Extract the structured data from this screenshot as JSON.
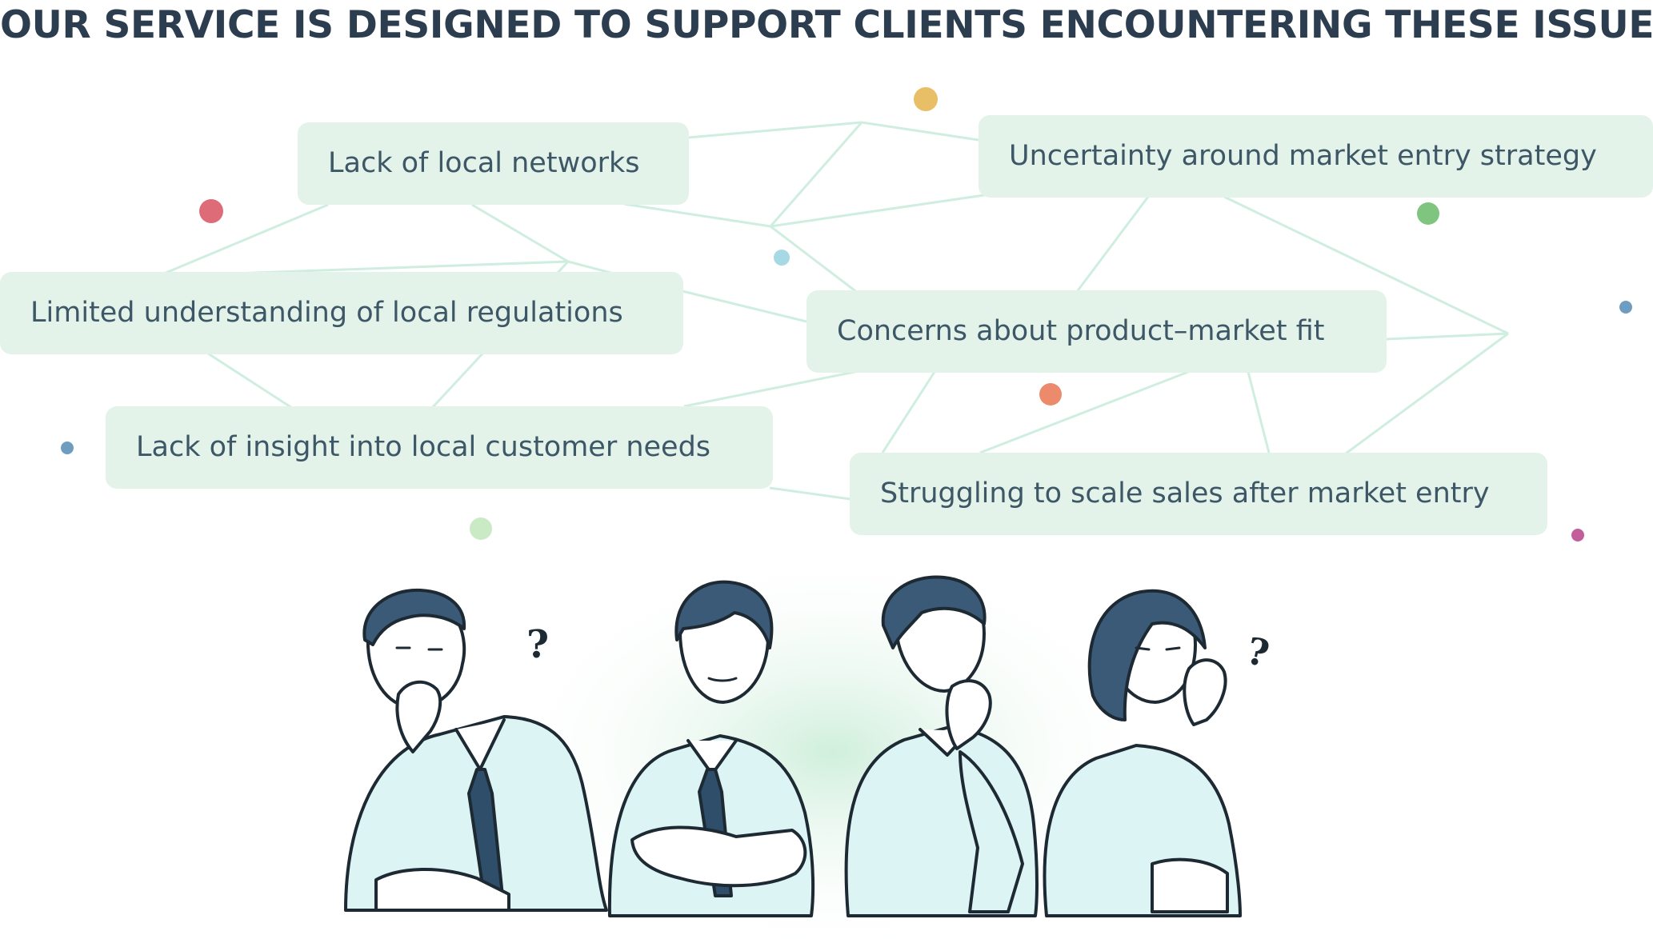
{
  "title": "OUR SERVICE IS DESIGNED TO SUPPORT CLIENTS ENCOUNTERING THESE ISSUES",
  "issues": {
    "local_networks": "Lack of local networks",
    "market_entry_strategy": "Uncertainty around market entry strategy",
    "local_regulations": "Limited understanding of local regulations",
    "product_market_fit": "Concerns about product–market fit",
    "customer_needs": "Lack of insight into local customer needs",
    "scale_sales": "Struggling to scale sales after market entry"
  },
  "colors": {
    "title": "#2b3d4f",
    "card_fill": "#e3f3ea",
    "card_text": "#3e5766",
    "network_line": "#cfeee0",
    "hair_navy": "#3a5a78",
    "shirt_fill": "#dcf4f3",
    "outline": "#1e2a33"
  },
  "illustration": {
    "people": [
      "man-pondering-chin",
      "man-arms-crossed",
      "man-hand-on-chin",
      "woman-hand-on-cheek"
    ],
    "question_marks": 2
  }
}
